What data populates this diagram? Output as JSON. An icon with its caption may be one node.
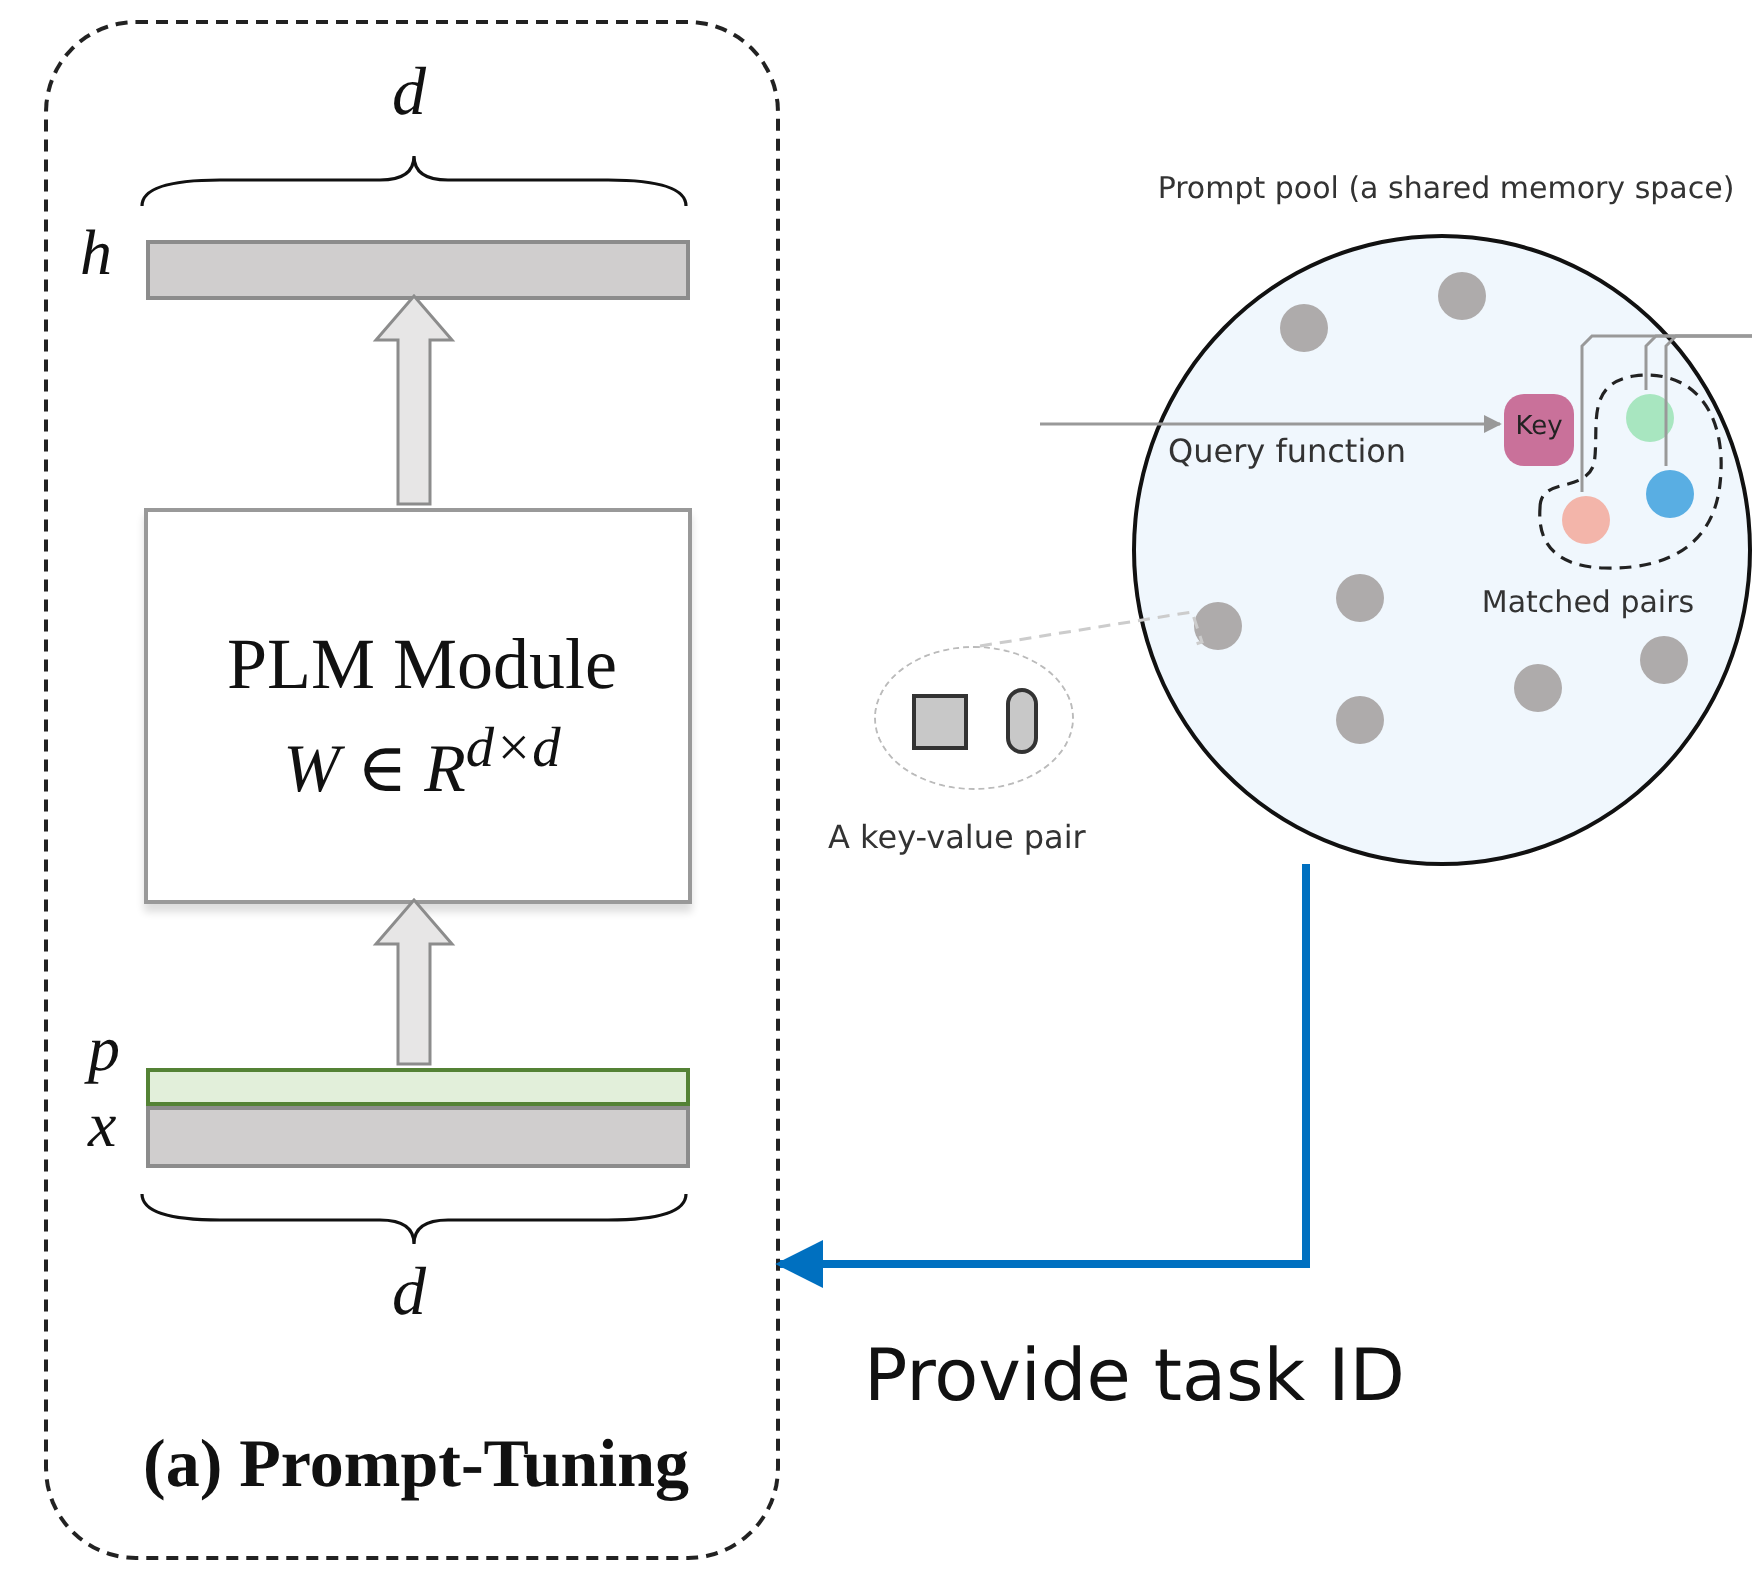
{
  "diagram": {
    "nodes": [
      {
        "text": [
          "(a) Prompt-Tuning"
        ]
      },
      {
        "text": [],
        "shape": "bar",
        "beside": [
          "h"
        ],
        "in": 0
      },
      {
        "text": [
          "PLM Module",
          "W ∈ R$^{d×d}$"
        ],
        "in": 0
      },
      {
        "text": [],
        "shape": "bar",
        "beside": [
          "p"
        ],
        "in": 0
      },
      {
        "text": [],
        "shape": "bar",
        "beside": [
          "x"
        ],
        "in": 0
      },
      {
        "text": [
          "Prompt pool (a shared memory space)"
        ]
      },
      {
        "text": [],
        "shape": "circle",
        "in": 5
      },
      {
        "text": [],
        "shape": "circle",
        "in": 5
      },
      {
        "text": [
          "Key"
        ],
        "in": 5
      },
      {
        "text": [
          "Matched pairs"
        ],
        "in": 5
      },
      {
        "text": [],
        "shape": "circle",
        "in": 9
      },
      {
        "text": [],
        "shape": "circle",
        "in": 9
      },
      {
        "text": [],
        "shape": "circle",
        "in": 9
      },
      {
        "text": [],
        "shape": "circle",
        "in": 5
      },
      {
        "text": [],
        "shape": "circle",
        "in": 5
      },
      {
        "text": [],
        "shape": "circle",
        "in": 5
      },
      {
        "text": [],
        "shape": "circle",
        "in": 5
      },
      {
        "text": [],
        "shape": "circle",
        "in": 5
      },
      {
        "text": [
          "A key-value pair"
        ]
      },
      {
        "text": [],
        "shape": "box",
        "in": 18
      },
      {
        "text": [],
        "shape": "capsule",
        "in": 18
      }
    ],
    "edges": [
      {
        "from": 3,
        "to": 2,
        "arrow": "to",
        "style": "thick"
      },
      {
        "from": 2,
        "to": 1,
        "arrow": "to",
        "style": "thick"
      },
      {
        "from": null,
        "to": 8,
        "arrow": "to",
        "label": "Query function"
      },
      {
        "from": 12,
        "to": null,
        "arrow": "none"
      },
      {
        "from": 10,
        "to": null,
        "arrow": "none"
      },
      {
        "from": 11,
        "to": null,
        "arrow": "none"
      },
      {
        "from": 18,
        "to": 14,
        "arrow": "none",
        "style": "dashed",
        "color": "#cccccc"
      },
      {
        "from": 5,
        "to": 0,
        "arrow": "to",
        "label": "Provide task ID",
        "style": "thick",
        "color": "#0070c0"
      }
    ],
    "labels": [
      "d",
      "d"
    ]
  }
}
